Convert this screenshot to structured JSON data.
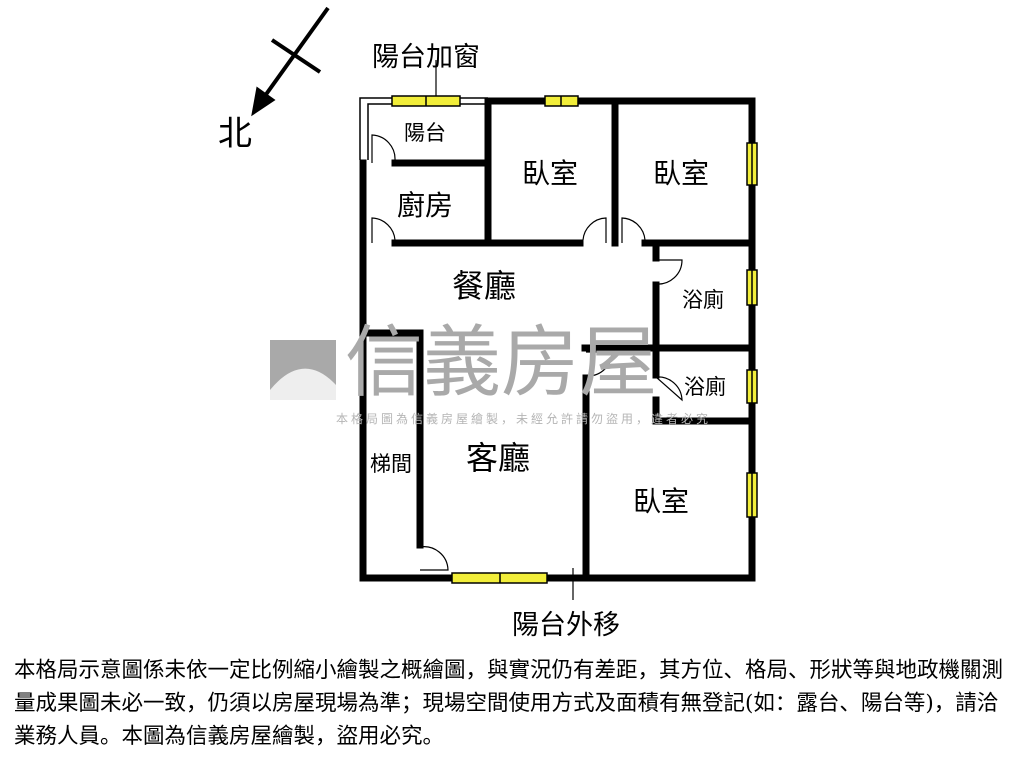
{
  "compass": {
    "north_label": "北"
  },
  "annotations": {
    "balcony_window": "陽台加窗",
    "balcony_moved": "陽台外移"
  },
  "rooms": {
    "balcony": "陽台",
    "kitchen": "廚房",
    "bedroom_1": "臥室",
    "bedroom_2": "臥室",
    "bathroom_1": "浴廁",
    "bathroom_2": "浴廁",
    "dining": "餐廳",
    "living": "客廳",
    "stairwell": "梯間",
    "bedroom_3": "臥室"
  },
  "watermark": {
    "brand": "信義房屋",
    "notice": "本格局圖為信義房屋繪製，未經允許請勿盜用，違者必究"
  },
  "disclaimer": "本格局示意圖係未依一定比例縮小繪製之概繪圖，與實況仍有差距，其方位、格局、形狀等與地政機關測量成果圖未必一致，仍須以房屋現場為準；現場空間使用方式及面積有無登記(如：露台、陽台等)，請洽業務人員。本圖為信義房屋繪製，盜用必究。",
  "colors": {
    "wall": "#000000",
    "window": "#f2ee3a",
    "watermark": "#a9a9a9"
  }
}
